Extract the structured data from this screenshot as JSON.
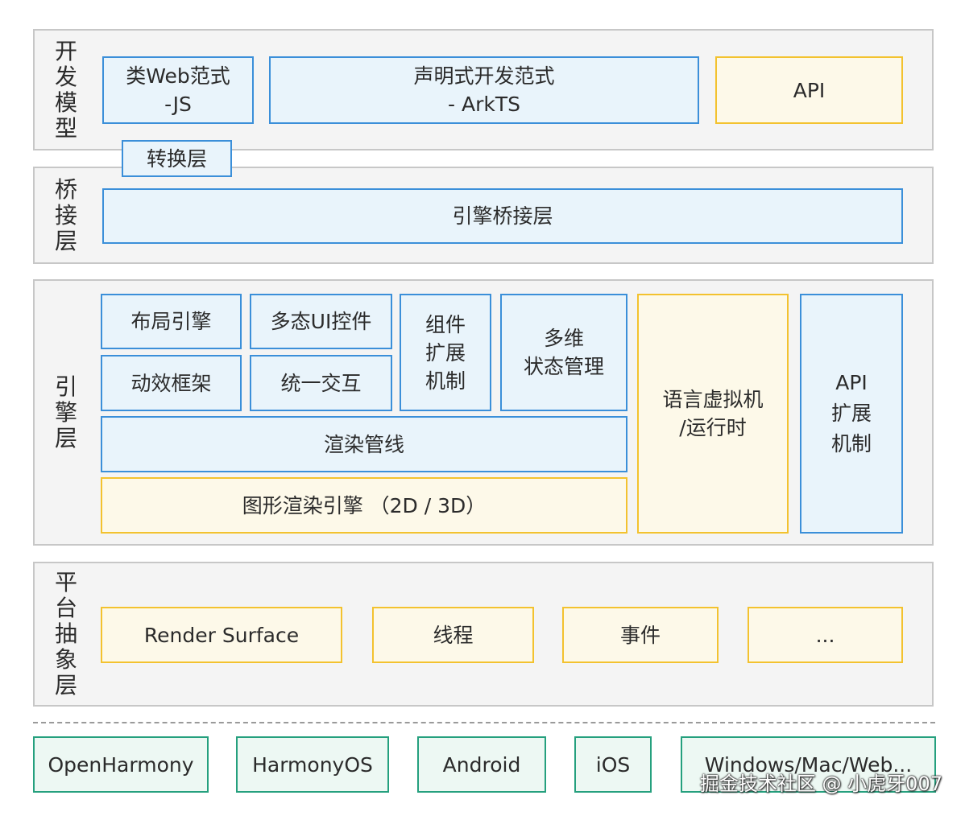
{
  "layers": {
    "dev_model": {
      "label": [
        "开",
        "发",
        "模",
        "型"
      ],
      "box_web": [
        "类Web范式",
        "-JS"
      ],
      "box_declarative": [
        "声明式开发范式",
        "- ArkTS"
      ],
      "box_api": "API"
    },
    "conversion": "转换层",
    "bridge": {
      "label": [
        "桥",
        "接",
        "层"
      ],
      "box": "引擎桥接层"
    },
    "engine": {
      "label": [
        "引",
        "擎",
        "层"
      ],
      "layout_engine": "布局引擎",
      "multi_ui": "多态UI控件",
      "component_ext": [
        "组件",
        "扩展",
        "机制"
      ],
      "state_mgmt": [
        "多维",
        "状态管理"
      ],
      "animation": "动效框架",
      "interaction": "统一交互",
      "render_pipeline": "渲染管线",
      "graphics_engine": "图形渲染引擎 （2D / 3D）",
      "vm": [
        "语言虚拟机",
        "/运行时"
      ],
      "api_ext": [
        "API",
        "扩展",
        "机制"
      ]
    },
    "platform": {
      "label": [
        "平",
        "台",
        "抽",
        "象",
        "层"
      ],
      "render_surface": "Render Surface",
      "thread": "线程",
      "event": "事件",
      "more": "..."
    }
  },
  "platforms": [
    "OpenHarmony",
    "HarmonyOS",
    "Android",
    "iOS",
    "Windows/Mac/Web..."
  ],
  "watermark": "掘金技术社区 @ 小虎牙007",
  "colors": {
    "blue_fill": "#e9f4fb",
    "blue_border": "#3b8fd9",
    "yellow_fill": "#fdf9e9",
    "yellow_border": "#f3c22f",
    "green_fill": "#edf8f3",
    "green_border": "#25a07e",
    "layer_fill": "#f4f4f4",
    "layer_border": "#c7c7c7"
  }
}
